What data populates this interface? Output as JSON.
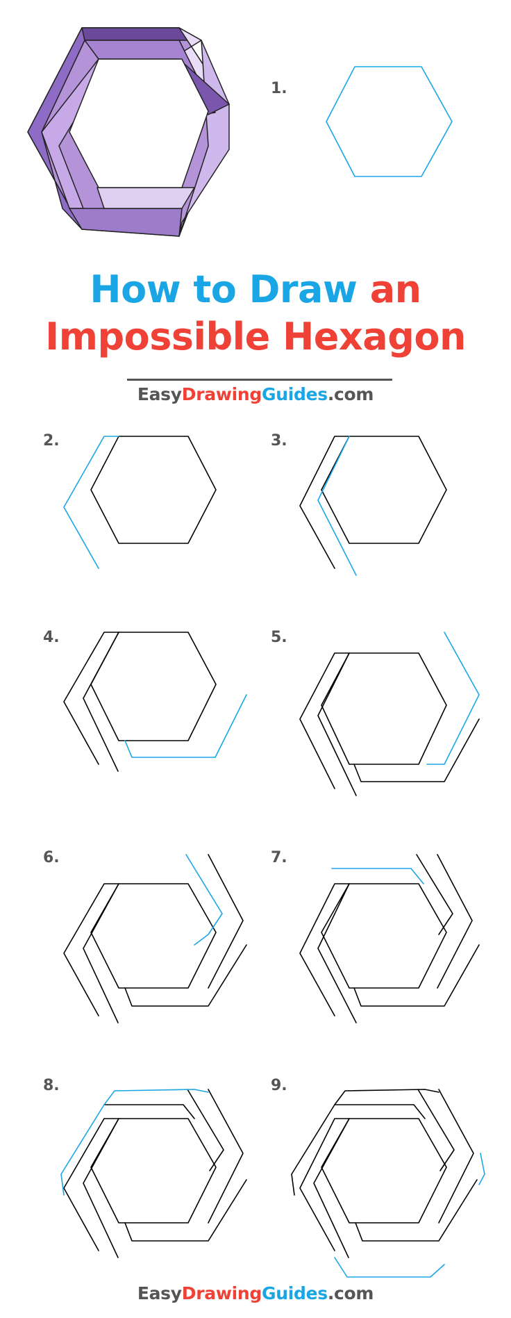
{
  "title": {
    "line1_part1": "How to Draw ",
    "line1_part2": "an",
    "line2": "Impossible Hexagon"
  },
  "brand": {
    "part1": "Easy",
    "part2": "Drawing",
    "part3": "Guides",
    "part4": ".com"
  },
  "steps": [
    "1.",
    "2.",
    "3.",
    "4.",
    "5.",
    "6.",
    "7.",
    "8.",
    "9."
  ],
  "colors": {
    "title_blue": "#1aa6e4",
    "title_red": "#ef4136",
    "guide_line": "#1aa6e4",
    "ink_line": "#000000",
    "brand_gray": "#555555"
  }
}
